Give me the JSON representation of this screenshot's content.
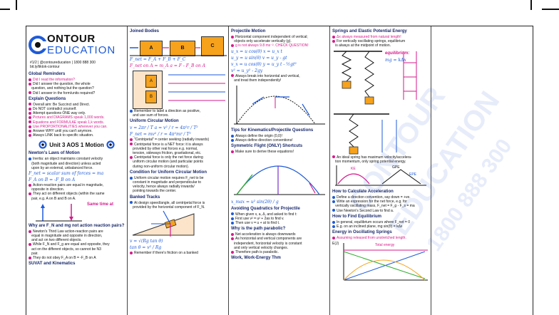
{
  "brand": {
    "name_top": "ONTOUR",
    "name_bottom": "EDUCATION",
    "meta_lines": [
      "#1/2 | @contoureducation | 1800 888 300",
      "bit.ly/tiktok-contour"
    ]
  },
  "col1": {
    "global_heading": "Global Reminders",
    "global_items": [
      "Did I read the information?",
      "Did I answer the question, the whole",
      "question, and nothing but the question?",
      "Did I answer in the form/units required?"
    ],
    "explain_heading": "Explain Questions",
    "explain_items": [
      "Overall aim: Be Succinct and Direct.",
      "Do NOT contradict yourself.",
      "Attempt questions ONE way only.",
      "Pictures and DIAGRAMS speak 1,000 words.",
      "Equations and FORMULAE speak 1,k words.",
      "Use PROPORTIONALITIES wherever you can.",
      "Answer WHY until you can't anymore.",
      "Always LINK back to specific situation."
    ],
    "unit_title": "Unit 3 AOS 1 Motion",
    "newton_heading": "Newton's Laws of Motion",
    "newton_items": [
      "Inertia: an object maintains constant velocity",
      "(both magnitude and direction) unless acted",
      "upon by an external, unbalanced force."
    ],
    "eq_f": "F_net = scalar sum of forces = ma",
    "eq_fab": "F_A on B = -F_B on A",
    "pair_items": [
      "Action-reaction pairs are equal in magnitude,",
      "opposite in direction.",
      "They act on different objects (within the same",
      "pair, e.g. A on B and B on A."
    ],
    "same_tag": "Same time at",
    "why_heading": "Why are F_N and mg not action reaction pairs?",
    "why_items": [
      "Newton's Third Law action-reaction pairs are",
      "equal in magnitude and opposite in direction,",
      "and act on two different objects.",
      "While F_N and F_g are equal and opposite, they",
      "act on the different objects, so cannot be N3",
      "pair.",
      "They do not obey F_A on B = -F_B on A"
    ],
    "suvat_heading": "SUVAT and Kinematics"
  },
  "col2": {
    "joined_heading": "Joined Bodies",
    "blocks": [
      "A",
      "B",
      "C"
    ],
    "eq1": "F_net = F_A + F_B + F_C",
    "eq2": "F_net on A = m_A a = F - F_B on A",
    "stack": [
      "A",
      "B"
    ],
    "remember": [
      "Remember to label a direction as positive,",
      "and use sum of forces."
    ],
    "ucm_heading": "Uniform Circular Motion",
    "eq3": "v = 2πr / T   a = v² / r = 4π²r / T²",
    "eq4": "F_net = mv² / r = 4π²mr / T²",
    "cent_items": [
      "\"Centripetal\" = center seeking (radially inwards)",
      "Centripetal force is a NET force: it is always",
      "provided by other real forces e.g. normal,",
      "tension, sideways friction, gravitational, etc.",
      "Centripetal force is only the net force during",
      "uniform circular motion (and particular points",
      "during non-uniform circular motion)."
    ],
    "cond_heading": "Condition for Uniform Circular Motion",
    "cond_items": [
      "Uniform circular motion requires F_net to be",
      "constant in magnitude and perpendicular to",
      "velocity, hence always radially inwards/",
      "pointing towards the center."
    ],
    "banked_heading": "Banked Tracks",
    "banked_items": [
      "At design speed/angle, all centripetal force is",
      "provided by the horizontal component of F_N."
    ],
    "eq5": "v = √(Rg tan θ)",
    "eq6": "tan θ = v² / Rg",
    "remember2": "Remember if there's friction on a banked"
  },
  "col3": {
    "proj_heading": "Projectile Motion",
    "proj_items": [
      "Horizontal component independent of vertical;",
      "objects only accelerate vertically (g).",
      "g is not always 9.8 ms⁻². CHECK QUESTION!"
    ],
    "eqs": [
      "u_x = u cos(θ)   x = u_x t",
      "u_y = u sin(θ)   v = u_y - gt",
      "v_x = u cos(θ)   y = u_y t - ½gt²",
      "                 v² = u_y² - 2gy"
    ],
    "proj_items2": [
      "Always break into horizontal and vertical,",
      "and treat them independently!"
    ],
    "tips_heading": "Tips for Kinematics/Projectile Questions",
    "tips_items": [
      "Always define the origin (0,0)!",
      "Always define direction conventions!"
    ],
    "sym_heading": "Symmetric Flight (ONLY) Shortcuts",
    "sym_items": [
      "Make sure to derive these equations!"
    ],
    "eq_range": "x_max = u² sin(2θ) / g",
    "avoid_heading": "Avoiding Quadratics for Projectile",
    "avoid_items": [
      "When given v, a, Δ, and asked to find t:",
      "First use v² = u² + 2as to find v.",
      "Then use v = u + at to find t."
    ],
    "para_heading": "Why is the path parabolic?",
    "para_items": [
      "Net acceleration is always downwards",
      "As horizontal and vertical components are",
      "independent, horizontal velocity is constant",
      "and only vertical velocity changes.",
      "Therefore path is parabolic."
    ],
    "work_heading": "Work, Work-Energy Thm"
  },
  "col4": {
    "spring_heading": "Springs and Elastic Potential Energy",
    "spring_items": [
      "Δx always measured from natural length!",
      "For vertically oscillating springs, equilibrium",
      "is always at the midpoint of motion."
    ],
    "equil_label": "equilibrium:",
    "equil_eq": "mg = kΔx",
    "ideal_items": [
      "An ideal spring has maximum velocity/accelera-",
      "tion momentum, only spring potential energy."
    ],
    "ke_tag": "KE",
    "gpe_tag": "GPE",
    "epe_tag": "EPE",
    "calc_heading": "How to Calculate Acceleration",
    "calc_items": [
      "Define a direction convention, say down = +ve.",
      "Write an expression for the net force, e.g. for",
      "vertically oscillating mass, F_net = F_g - F_s = ma",
      "Use Newton's Second Law to find a."
    ],
    "find_heading": "How to Find Equilibrium",
    "find_items": [
      "In general, equilibrium occurs where F_net = 0",
      "E.g. on an inclined plane, mg sin(θ) = kΔx"
    ],
    "osc_heading": "Energy in Oscillating Springs",
    "osc_items": [
      "Assuming released from unstretched length."
    ],
    "graph_ylabel": "E(J)",
    "graph_title": "Total energy"
  },
  "watermark": [
    "CONTOUR",
    "EDUCATION",
    "1800 888 300"
  ]
}
